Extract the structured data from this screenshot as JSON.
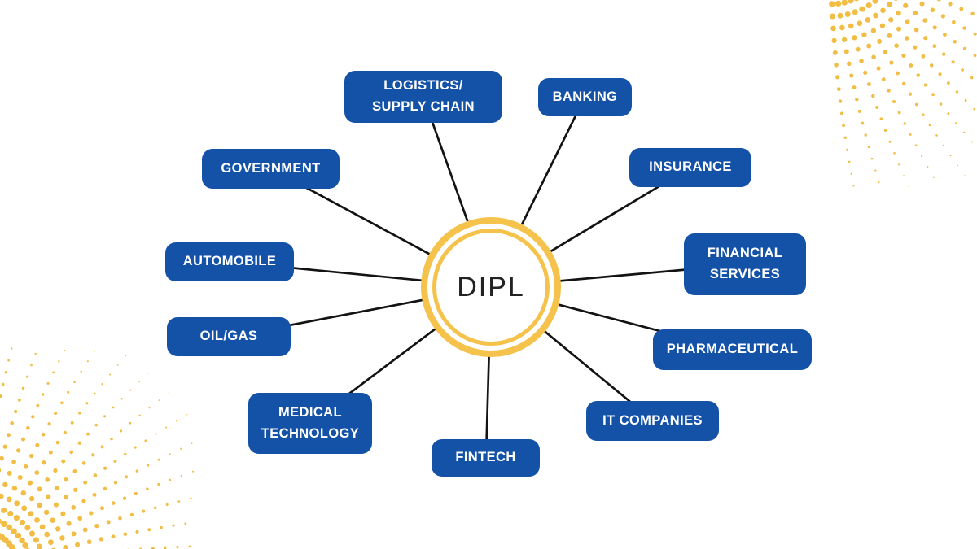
{
  "colors": {
    "node_fill": "#1452a8",
    "node_text": "#ffffff",
    "gold": "#f5c24c",
    "gold_dots": "#f2bd45",
    "line": "#131313",
    "center_text": "#232323",
    "background": "#ffffff"
  },
  "center": {
    "label": "DIPL"
  },
  "nodes": [
    {
      "id": "logistics-supply-chain",
      "label": "LOGISTICS/\nSUPPLY CHAIN"
    },
    {
      "id": "banking",
      "label": "BANKING"
    },
    {
      "id": "government",
      "label": "GOVERNMENT"
    },
    {
      "id": "insurance",
      "label": "INSURANCE"
    },
    {
      "id": "automobile",
      "label": "AUTOMOBILE"
    },
    {
      "id": "financial-services",
      "label": "FINANCIAL\nSERVICES"
    },
    {
      "id": "oil-gas",
      "label": "OIL/GAS"
    },
    {
      "id": "pharmaceutical",
      "label": "PHARMACEUTICAL"
    },
    {
      "id": "medical-technology",
      "label": "MEDICAL\nTECHNOLOGY"
    },
    {
      "id": "fintech",
      "label": "FINTECH"
    },
    {
      "id": "it-companies",
      "label": "IT COMPANIES"
    }
  ],
  "diagram": {
    "type": "hub-and-spoke",
    "hub": "DIPL",
    "spoke_count": 11
  }
}
